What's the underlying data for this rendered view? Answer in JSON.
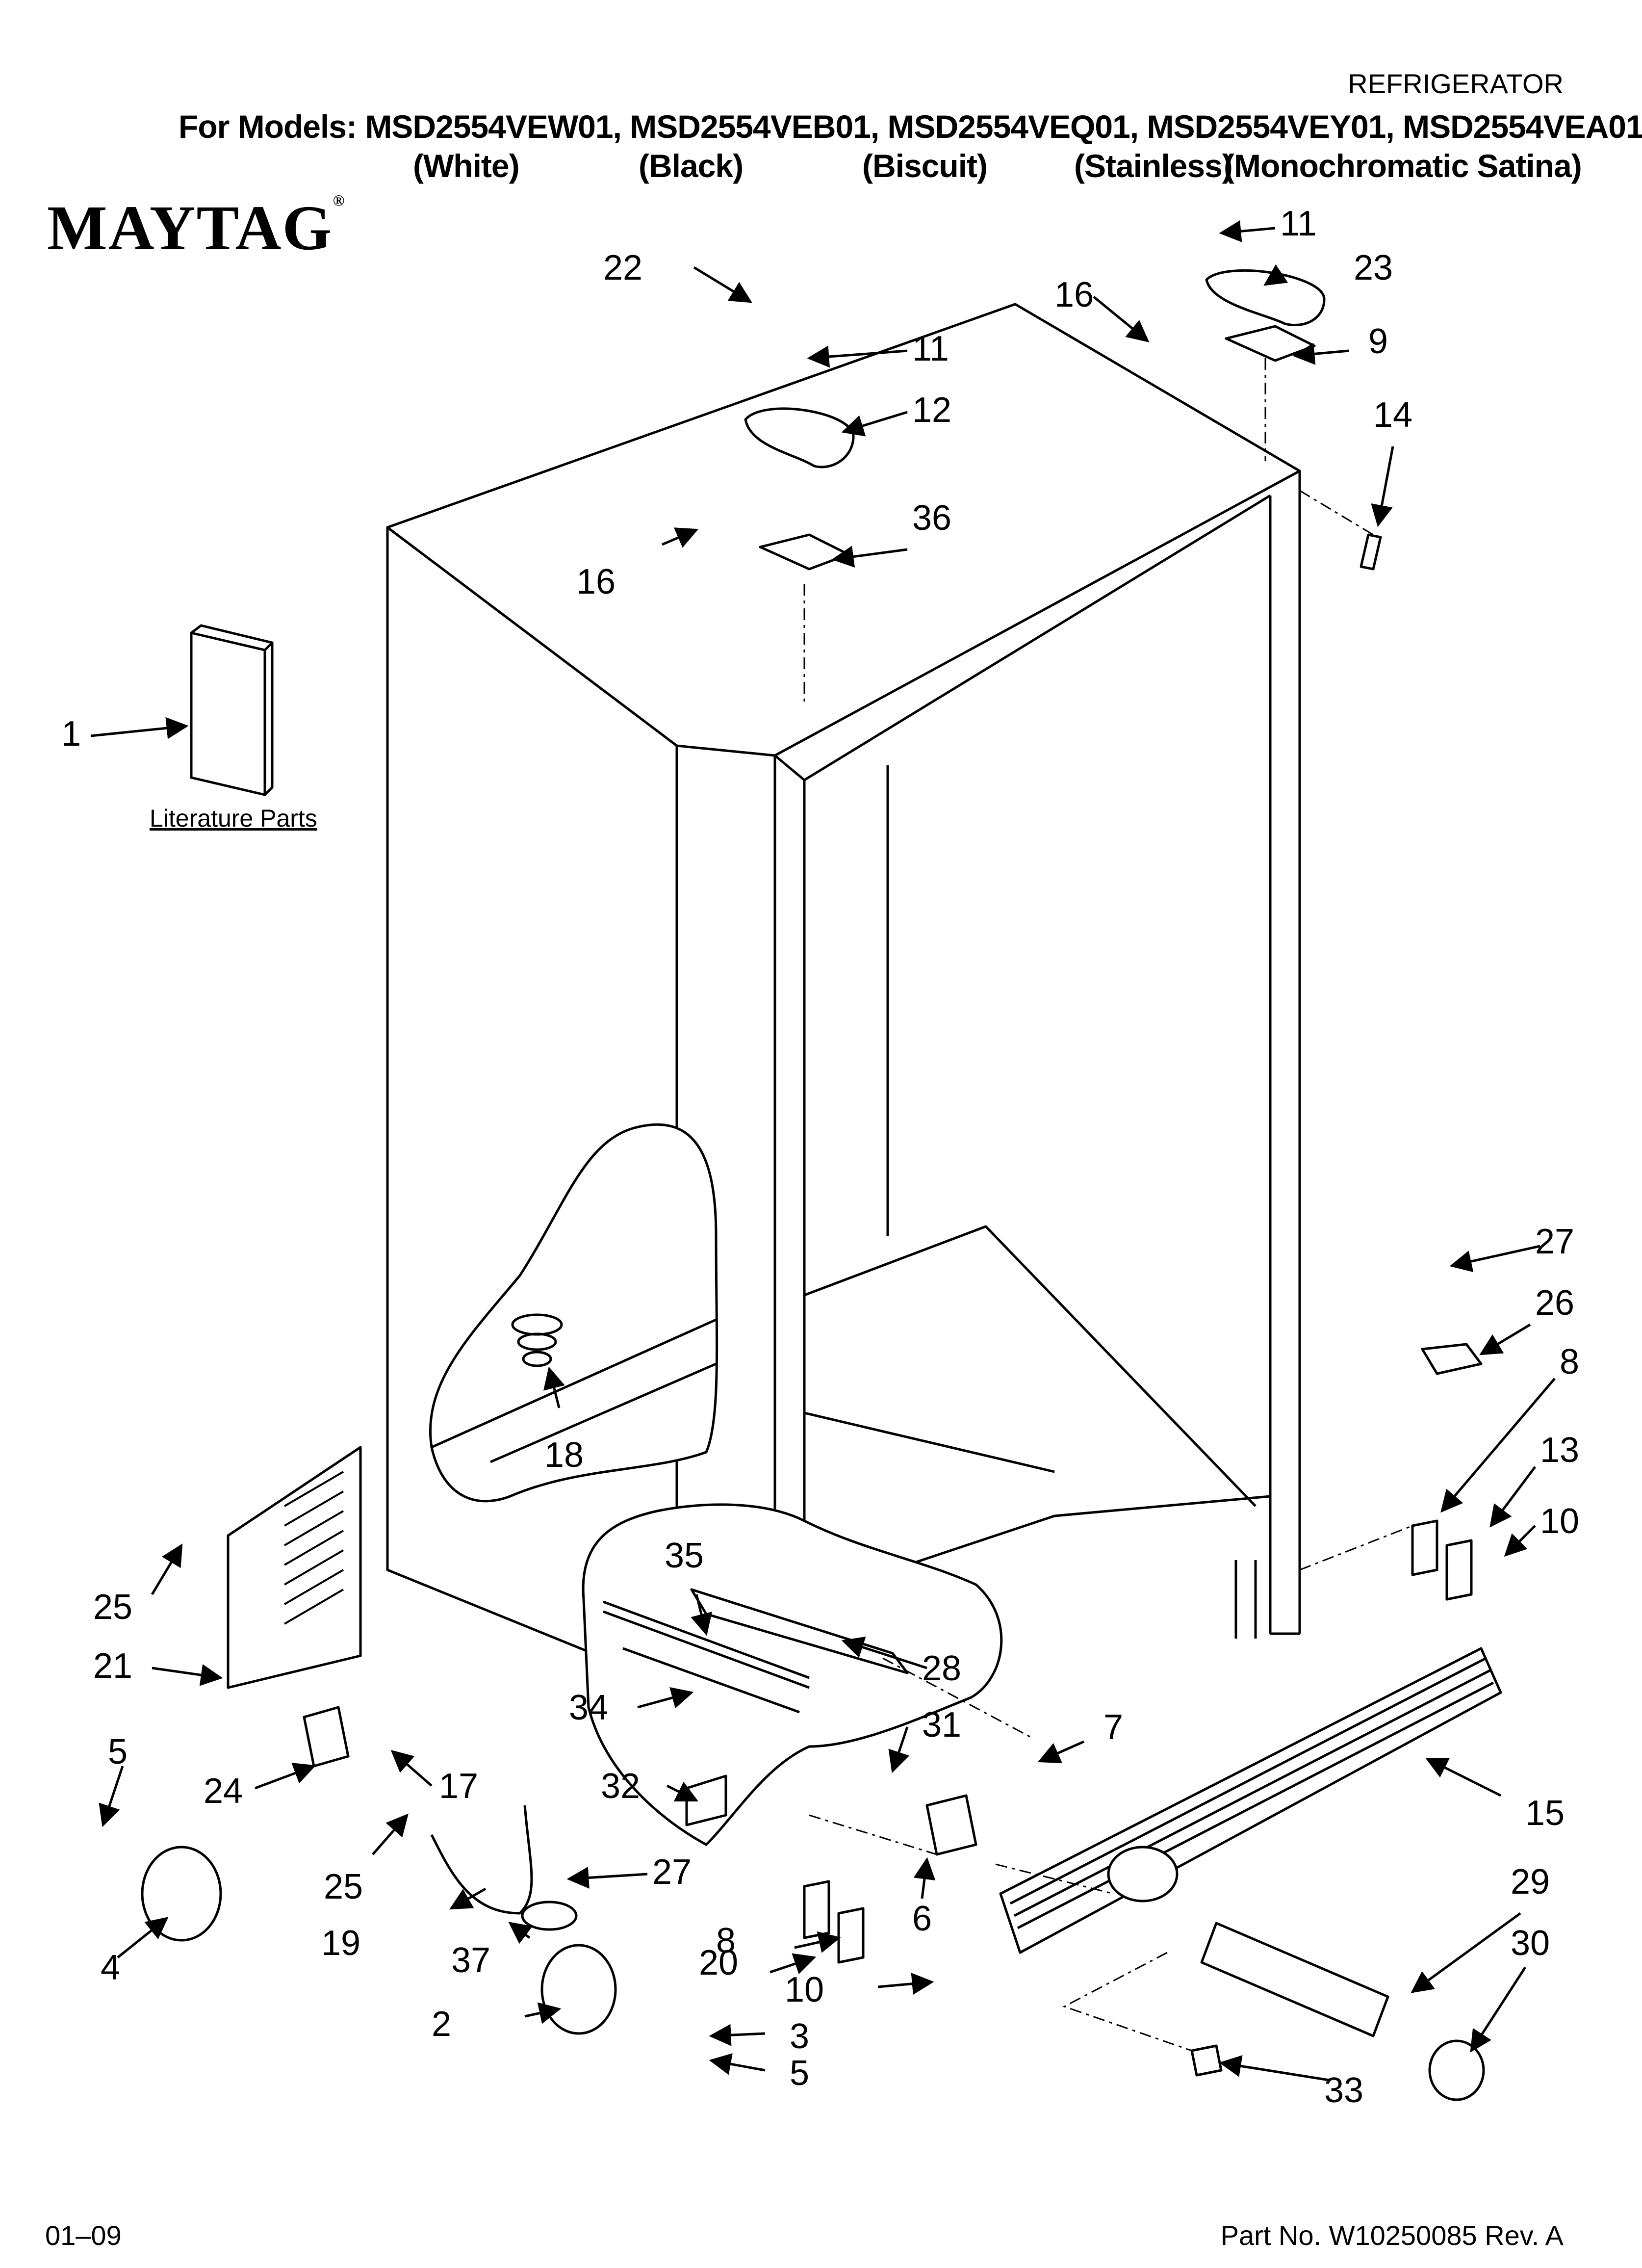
{
  "header": {
    "doc_type": "REFRIGERATOR",
    "models_line": "For Models: MSD2554VEW01, MSD2554VEB01, MSD2554VEQ01, MSD2554VEY01, MSD2554VEA01",
    "colors": [
      "(White)",
      "(Black)",
      "(Biscuit)",
      "(Stainless)",
      "(Monochromatic Satina)"
    ],
    "brand": "MAYTAG"
  },
  "literature_label": "Literature Parts",
  "callouts": [
    "1",
    "2",
    "3",
    "4",
    "5",
    "5",
    "6",
    "7",
    "8",
    "8",
    "9",
    "10",
    "10",
    "11",
    "11",
    "12",
    "13",
    "14",
    "15",
    "16",
    "16",
    "17",
    "18",
    "19",
    "20",
    "21",
    "22",
    "23",
    "24",
    "25",
    "25",
    "26",
    "27",
    "27",
    "28",
    "29",
    "30",
    "31",
    "32",
    "33",
    "34",
    "35",
    "36",
    "37"
  ],
  "footer": {
    "date": "01–09",
    "part_number": "Part No. W10250085 Rev. A"
  }
}
